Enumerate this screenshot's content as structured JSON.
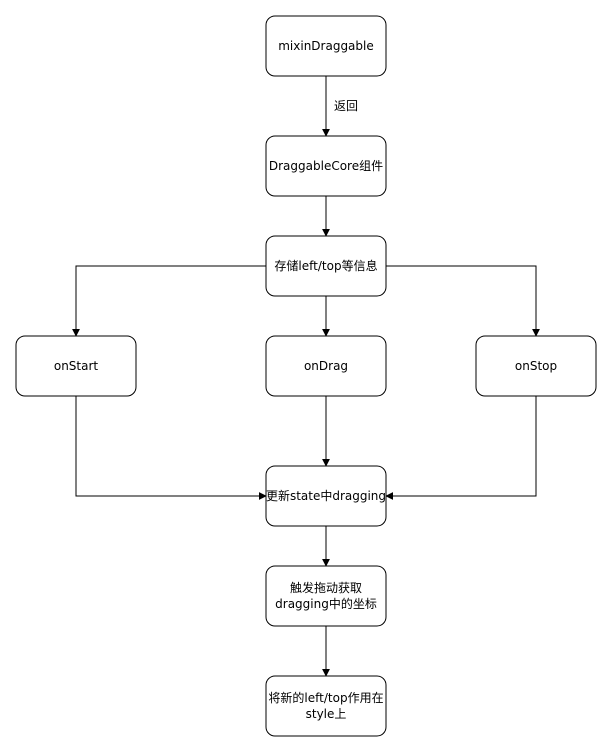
{
  "nodes": {
    "mixin": {
      "lines": [
        "mixinDraggable"
      ]
    },
    "core": {
      "lines": [
        "DraggableCore组件"
      ]
    },
    "store": {
      "lines": [
        "存储left/top等信息"
      ]
    },
    "onstart": {
      "lines": [
        "onStart"
      ]
    },
    "ondrag": {
      "lines": [
        "onDrag"
      ]
    },
    "onstop": {
      "lines": [
        "onStop"
      ]
    },
    "update": {
      "lines": [
        "更新state中dragging"
      ]
    },
    "trigger": {
      "lines": [
        "触发拖动获取",
        "dragging中的坐标"
      ]
    },
    "apply": {
      "lines": [
        "将新的left/top作用在",
        "style上"
      ]
    }
  },
  "edges": {
    "mixin_to_core": {
      "label": "返回"
    }
  }
}
